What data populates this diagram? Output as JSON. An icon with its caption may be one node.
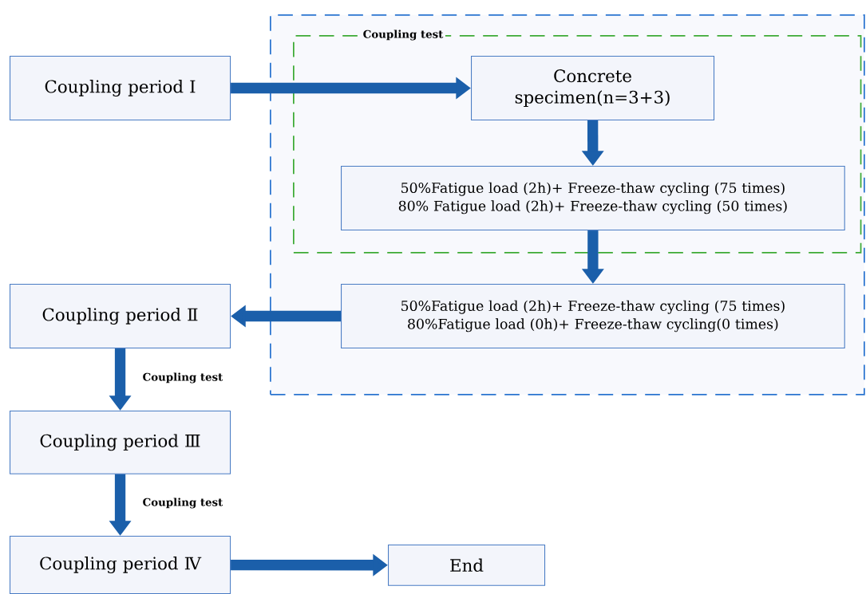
{
  "diagram": {
    "nodes": [
      {
        "text": [
          "Coupling period Ⅰ"
        ]
      },
      {
        "text": [],
        "shape": "box"
      },
      {
        "text": [
          "Coupling test"
        ],
        "in": 1
      },
      {
        "text": [
          "Concrete specimen(n=3+3)"
        ],
        "in": 2
      },
      {
        "text": [
          "50%Fatigue load (2h)+ Freeze-thaw cycling (75 times)",
          "80% Fatigue load (2h)+ Freeze-thaw cycling (50 times)"
        ],
        "in": 2
      },
      {
        "text": [
          "50%Fatigue load (2h)+ Freeze-thaw cycling (75 times)",
          "80%Fatigue load (0h)+ Freeze-thaw cycling(0 times)"
        ],
        "in": 1
      },
      {
        "text": [
          "Coupling period Ⅱ"
        ]
      },
      {
        "text": [
          "Coupling period Ⅲ"
        ]
      },
      {
        "text": [
          "Coupling period Ⅳ"
        ]
      },
      {
        "text": [
          "End"
        ]
      }
    ],
    "edges": [
      {
        "from": 0,
        "to": 3,
        "arrow": "to"
      },
      {
        "from": 3,
        "to": 4,
        "arrow": "to"
      },
      {
        "from": 4,
        "to": 5,
        "arrow": "to"
      },
      {
        "from": 5,
        "to": 6,
        "arrow": "to"
      },
      {
        "from": 6,
        "to": 7,
        "arrow": "to",
        "label": "Coupling test"
      },
      {
        "from": 7,
        "to": 8,
        "arrow": "to",
        "label": "Coupling test"
      },
      {
        "from": 8,
        "to": 9,
        "arrow": "to"
      }
    ]
  }
}
